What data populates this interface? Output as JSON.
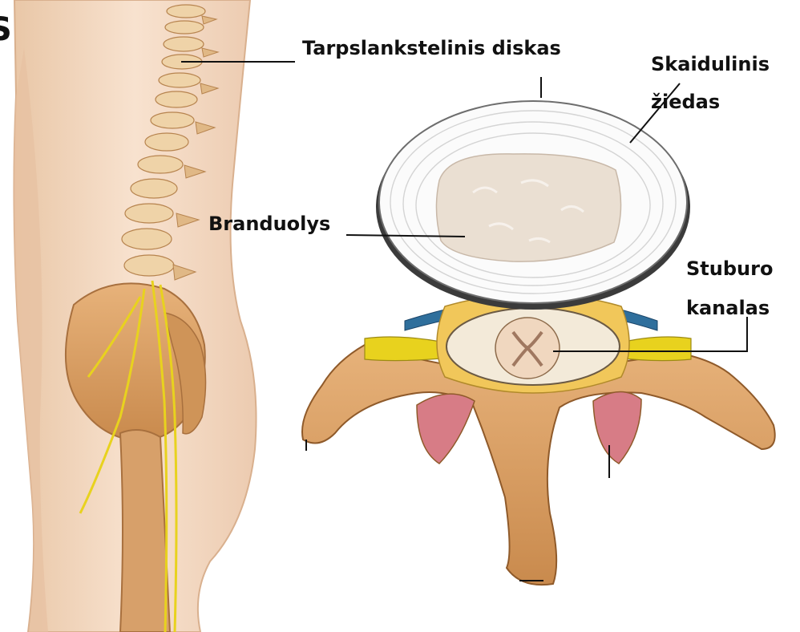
{
  "diagram": {
    "labels": {
      "intervertebral_disc": "Tarpslankstelinis diskas",
      "annulus_line1": "Skaidulinis",
      "annulus_line2": "žiedas",
      "nucleus": "Branduolys",
      "canal_line1": "Stuburo",
      "canal_line2": "kanalas",
      "cropped_edge_glyph": "S"
    },
    "colors": {
      "bone": "#d9a064",
      "bone_dark": "#a86b36",
      "skin": "#f4d6bd",
      "disc": "#fbfbfb",
      "nucleus": "#eadfd2",
      "nerve": "#e8d21e",
      "fat": "#f1c75a",
      "vessel": "#2f6f9c",
      "leader_line": "#111111"
    }
  }
}
